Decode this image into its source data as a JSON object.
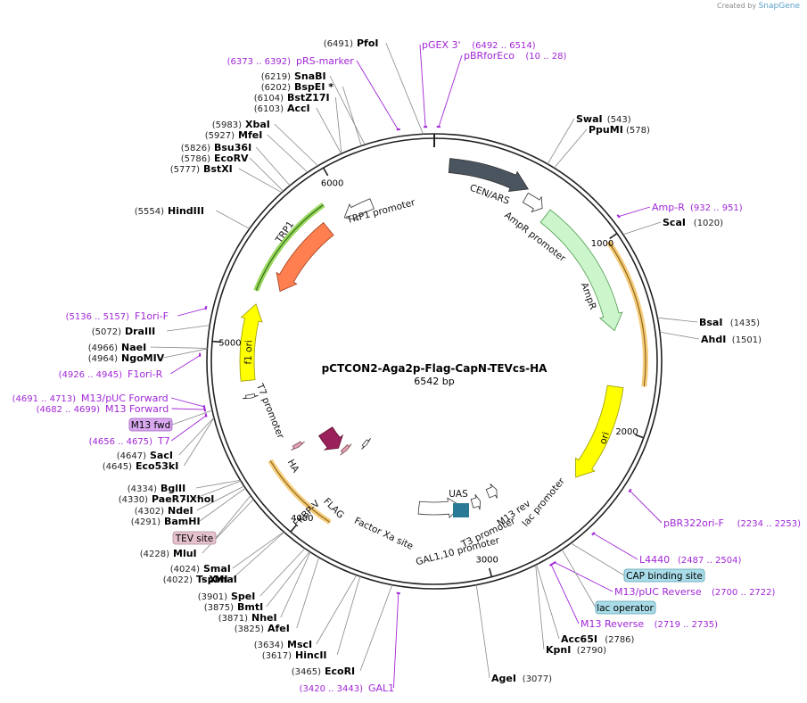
{
  "credit": {
    "prefix": "Created by",
    "brand": "SnapGene"
  },
  "plasmid": {
    "name": "pCTCON2-Aga2p-Flag-CapN-TEVcs-HA",
    "size_label": "6542 bp",
    "length": 6542
  },
  "ticks": [
    "1000",
    "2000",
    "3000",
    "4000",
    "5000",
    "6000"
  ],
  "enzymes": [
    {
      "pos": "(6491)",
      "name": "PfoI"
    },
    {
      "pos": "(6219)",
      "name": "SnaBI"
    },
    {
      "pos": "(6202)",
      "name": "BspEI *"
    },
    {
      "pos": "(6104)",
      "name": "BstZ17I"
    },
    {
      "pos": "(6103)",
      "name": "AccI"
    },
    {
      "pos": "(5983)",
      "name": "XbaI"
    },
    {
      "pos": "(5927)",
      "name": "MfeI"
    },
    {
      "pos": "(5826)",
      "name": "Bsu36I"
    },
    {
      "pos": "(5786)",
      "name": "EcoRV"
    },
    {
      "pos": "(5777)",
      "name": "BstXI"
    },
    {
      "pos": "(5554)",
      "name": "HindIII"
    },
    {
      "pos": "(5072)",
      "name": "DraIII"
    },
    {
      "pos": "(4966)",
      "name": "NaeI"
    },
    {
      "pos": "(4964)",
      "name": "NgoMIV"
    },
    {
      "pos": "(4647)",
      "name": "SacI"
    },
    {
      "pos": "(4645)",
      "name": "Eco53kI"
    },
    {
      "pos": "(4334)",
      "name": "BglII"
    },
    {
      "pos": "(4330)",
      "name": "PaeR7I"
    },
    {
      "pos": "",
      "name": "- XhoI"
    },
    {
      "pos": "(4302)",
      "name": "NdeI"
    },
    {
      "pos": "(4291)",
      "name": "BamHI"
    },
    {
      "pos": "(4228)",
      "name": "MluI"
    },
    {
      "pos": "(4024)",
      "name": "SmaI"
    },
    {
      "pos": "(4022)",
      "name": "TspMI"
    },
    {
      "pos": "",
      "name": "- XmaI"
    },
    {
      "pos": "(3901)",
      "name": "SpeI"
    },
    {
      "pos": "(3875)",
      "name": "BmtI"
    },
    {
      "pos": "(3871)",
      "name": "NheI"
    },
    {
      "pos": "(3825)",
      "name": "AfeI"
    },
    {
      "pos": "(3634)",
      "name": "MscI"
    },
    {
      "pos": "(3617)",
      "name": "HincII"
    },
    {
      "pos": "(3465)",
      "name": "EcoRI"
    },
    {
      "pos": "(543)",
      "name": "SwaI"
    },
    {
      "pos": "(578)",
      "name": "PpuMI"
    },
    {
      "pos": "(1020)",
      "name": "ScaI"
    },
    {
      "pos": "(1435)",
      "name": "BsaI"
    },
    {
      "pos": "(1501)",
      "name": "AhdI"
    },
    {
      "pos": "(2786)",
      "name": "Acc65I"
    },
    {
      "pos": "(2790)",
      "name": "KpnI"
    },
    {
      "pos": "(3077)",
      "name": "AgeI"
    }
  ],
  "primers": [
    {
      "name": "pGEX 3'",
      "range": "(6492 .. 6514)"
    },
    {
      "name": "pBRforEco",
      "range": "(10 .. 28)"
    },
    {
      "name": "pRS-marker",
      "range": "(6373 .. 6392)"
    },
    {
      "name": "Amp-R",
      "range": "(932 .. 951)"
    },
    {
      "name": "F1ori-F",
      "range": "(5136 .. 5157)"
    },
    {
      "name": "F1ori-R",
      "range": "(4926 .. 4945)"
    },
    {
      "name": "M13/pUC Forward",
      "range": "(4691 .. 4713)"
    },
    {
      "name": "M13 Forward",
      "range": "(4682 .. 4699)"
    },
    {
      "name": "T7",
      "range": "(4656 .. 4675)"
    },
    {
      "name": "pBR322ori-F",
      "range": "(2234 .. 2253)"
    },
    {
      "name": "L4440",
      "range": "(2487 .. 2504)"
    },
    {
      "name": "M13/pUC Reverse",
      "range": "(2700 .. 2722)"
    },
    {
      "name": "M13 Reverse",
      "range": "(2719 .. 2735)"
    },
    {
      "name": "GAL1",
      "range": "(3420 .. 3443)"
    }
  ],
  "boxed_features": [
    "M13 fwd",
    "TEV site",
    "CAP binding site",
    "lac operator"
  ],
  "features": [
    {
      "name": "CEN/ARS",
      "color": "#4a5560"
    },
    {
      "name": "AmpR promoter",
      "color": "#ffffff"
    },
    {
      "name": "AmpR",
      "color": "#ccf5cc"
    },
    {
      "name": "ori",
      "color": "#ffff00"
    },
    {
      "name": "TRP1",
      "color": "#ff7f50"
    },
    {
      "name": "TRP1 promoter",
      "color": "#ffffff"
    },
    {
      "name": "f1 ori",
      "color": "#ffff00"
    },
    {
      "name": "T7 promoter",
      "color": "#ffffff"
    },
    {
      "name": "HA",
      "color": "#e0a0b0"
    },
    {
      "name": "FKBP-V",
      "color": "#99205a"
    },
    {
      "name": "FLAG",
      "color": "#e0a0b0"
    },
    {
      "name": "Factor Xa site",
      "color": "#ffffff"
    },
    {
      "name": "UAS",
      "color": "#2a7a96"
    },
    {
      "name": "GAL1,10 promoter",
      "color": "#ffffff"
    },
    {
      "name": "T3 promoter",
      "color": "#ffffff"
    },
    {
      "name": "M13 rev",
      "color": "#ffffff"
    },
    {
      "name": "lac promoter",
      "color": "#ffffff"
    }
  ],
  "colors": {
    "primer": "#a026d6",
    "ring": "#222222",
    "amp_highlight": "#f5c56a",
    "trp_highlight": "#8cd14a"
  }
}
